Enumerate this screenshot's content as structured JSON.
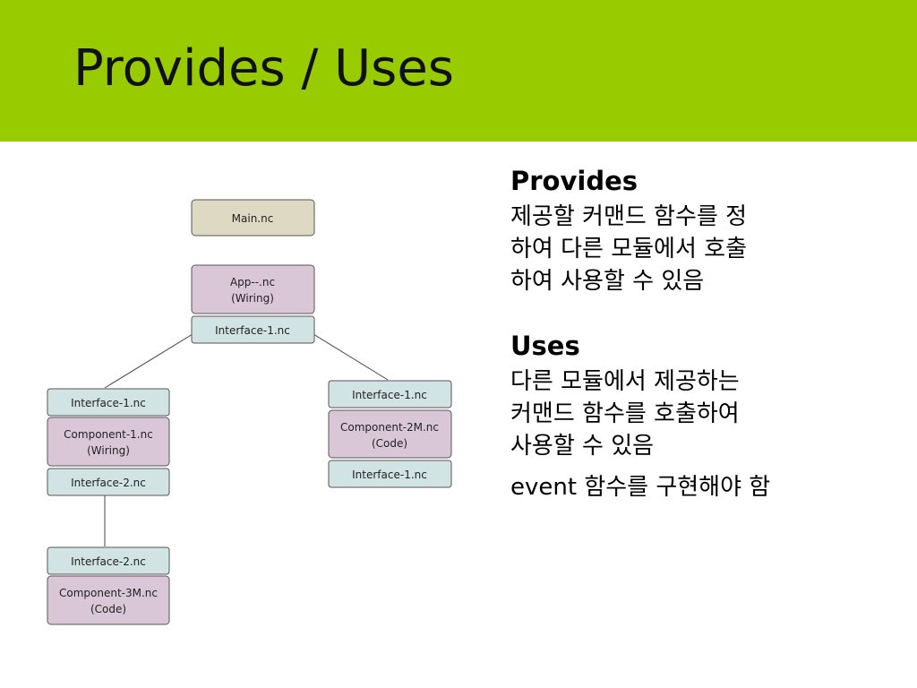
{
  "title": "Provides / Uses",
  "colors": {
    "header_bg": "#99cc00",
    "main_fill": "#ddd9c3",
    "component_fill": "#d9c7d7",
    "interface_fill": "#d2e3e4",
    "border": "#555555"
  },
  "diagram": {
    "main": "Main.nc",
    "app": [
      "App--.nc",
      "(Wiring)"
    ],
    "app_interface": "Interface-1.nc",
    "left": {
      "top_interface": "Interface-1.nc",
      "component": [
        "Component-1.nc",
        "(Wiring)"
      ],
      "bottom_interface": "Interface-2.nc"
    },
    "right": {
      "top_interface": "Interface-1.nc",
      "component": [
        "Component-2M.nc",
        "(Code)"
      ],
      "bottom_interface": "Interface-1.nc"
    },
    "bottom": {
      "interface": "Interface-2.nc",
      "component": [
        "Component-3M.nc",
        "(Code)"
      ]
    }
  },
  "text": {
    "provides_heading": "Provides",
    "provides_lines": [
      "제공할 커맨드 함수를 정",
      "하여 다른 모듈에서 호출",
      "하여 사용할 수 있음"
    ],
    "uses_heading": "Uses",
    "uses_lines": [
      "다른 모듈에서 제공하는",
      "커맨드 함수를 호출하여",
      "사용할 수 있음"
    ],
    "event_line": "event 함수를 구현해야 함"
  }
}
